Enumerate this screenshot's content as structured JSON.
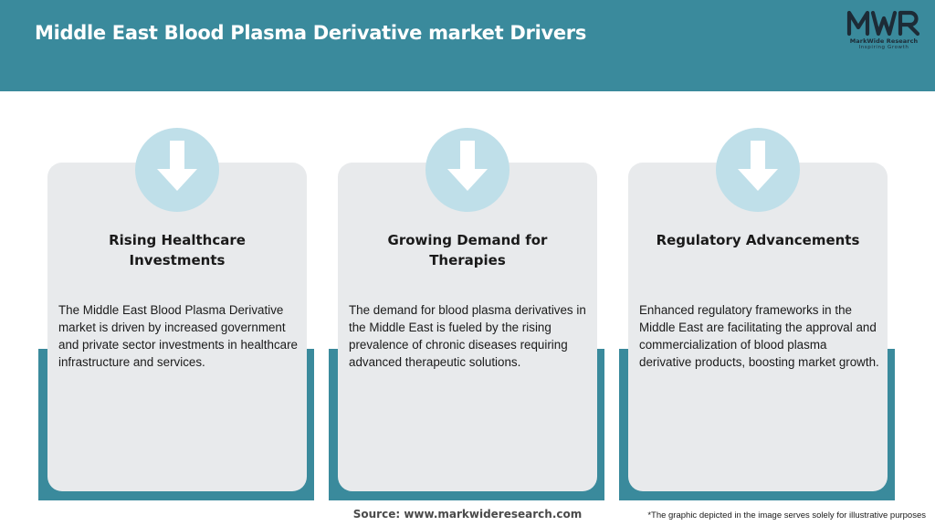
{
  "header": {
    "title": "Middle East Blood Plasma Derivative market Drivers",
    "background_color": "#3a8a9c"
  },
  "logo": {
    "mark": "MWR",
    "name": "MarkWide Research",
    "tagline": "Inspiring Growth"
  },
  "cards": [
    {
      "icon": "down-arrow-icon",
      "title": "Rising Healthcare Investments",
      "text": "The Middle East Blood Plasma Derivative market is driven by increased government and private sector investments in healthcare infrastructure and services."
    },
    {
      "icon": "down-arrow-icon",
      "title": "Growing Demand for Therapies",
      "text": "The demand for blood plasma derivatives in the Middle East is fueled by the rising prevalence of chronic diseases requiring advanced therapeutic solutions."
    },
    {
      "icon": "down-arrow-icon",
      "title": "Regulatory Advancements",
      "text": "Enhanced regulatory frameworks in the Middle East are facilitating the approval and commercialization of blood plasma derivative products, boosting market growth."
    }
  ],
  "colors": {
    "accent": "#3a8a9c",
    "card_background": "#e8eaec",
    "icon_circle": "#bfdfe9"
  },
  "footer": {
    "source": "Source: www.markwideresearch.com",
    "note": "*The graphic depicted in the image serves solely for illustrative purposes"
  }
}
